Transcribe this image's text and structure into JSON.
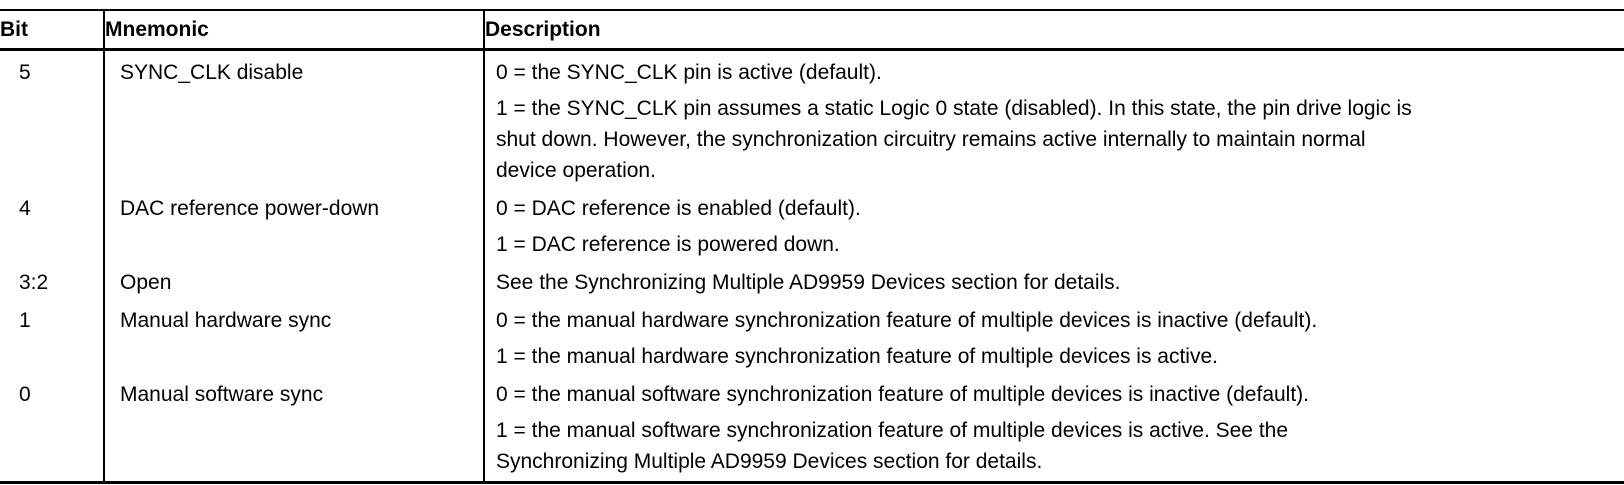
{
  "page": {
    "background": "#ffffff",
    "text_color": "#000000",
    "border_color": "#000000"
  },
  "table": {
    "columns": [
      "Bit",
      "Mnemonic",
      "Description"
    ],
    "rows": [
      {
        "bit": "5",
        "mnemonic": "SYNC_CLK disable",
        "description": [
          "0 = the SYNC_CLK pin is active (default).",
          "1 = the SYNC_CLK pin assumes a static Logic 0 state (disabled). In this state, the pin drive logic is\nshut down. However, the synchronization circuitry remains active internally to maintain normal\ndevice operation."
        ]
      },
      {
        "bit": "4",
        "mnemonic": "DAC reference power-down",
        "description": [
          "0 = DAC reference is enabled (default).",
          "1 = DAC reference is powered down."
        ]
      },
      {
        "bit": "3:2",
        "mnemonic": "Open",
        "description": [
          "See the Synchronizing Multiple AD9959 Devices section for details."
        ]
      },
      {
        "bit": "1",
        "mnemonic": "Manual hardware sync",
        "description": [
          "0 = the manual hardware synchronization feature of multiple devices is inactive (default).",
          "1 = the manual hardware synchronization feature of multiple devices is active."
        ]
      },
      {
        "bit": "0",
        "mnemonic": "Manual software sync",
        "description": [
          "0 = the manual software synchronization feature of multiple devices is inactive (default).",
          "1 = the manual software synchronization feature of multiple devices is active. See the\nSynchronizing Multiple AD9959 Devices section for details."
        ]
      }
    ]
  }
}
